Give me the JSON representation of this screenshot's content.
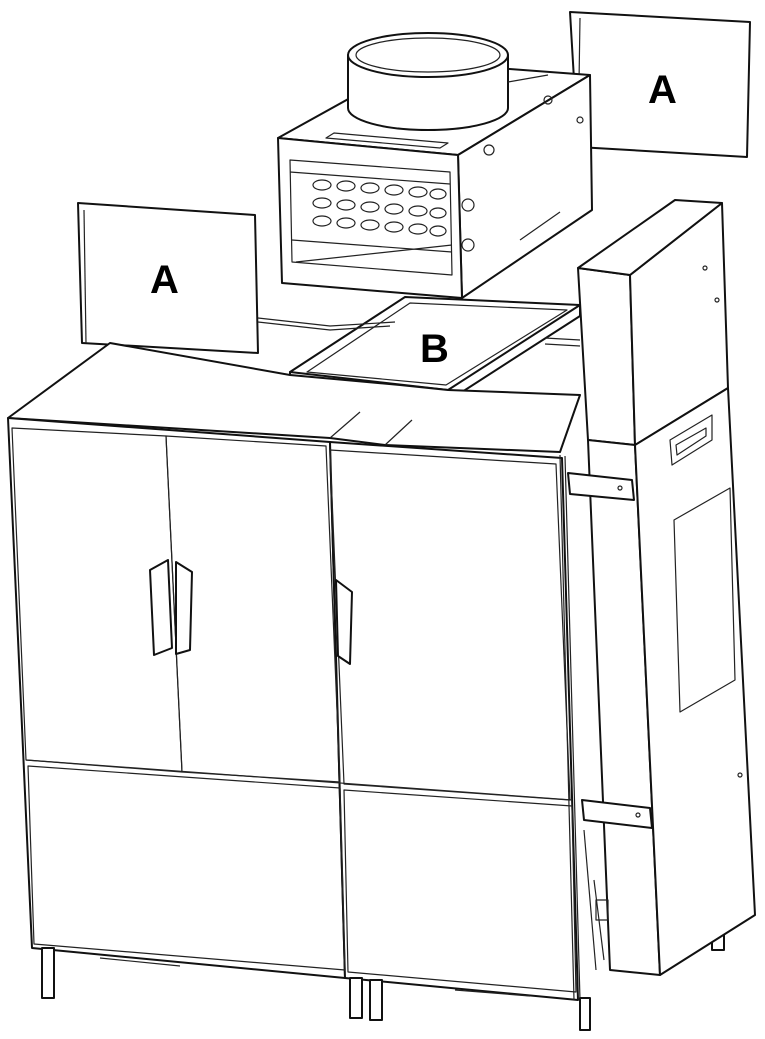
{
  "diagram": {
    "colors": {
      "line": "#111111",
      "background": "#ffffff"
    },
    "labels": {
      "panel_left": "A",
      "panel_right": "A",
      "tray": "B"
    }
  }
}
